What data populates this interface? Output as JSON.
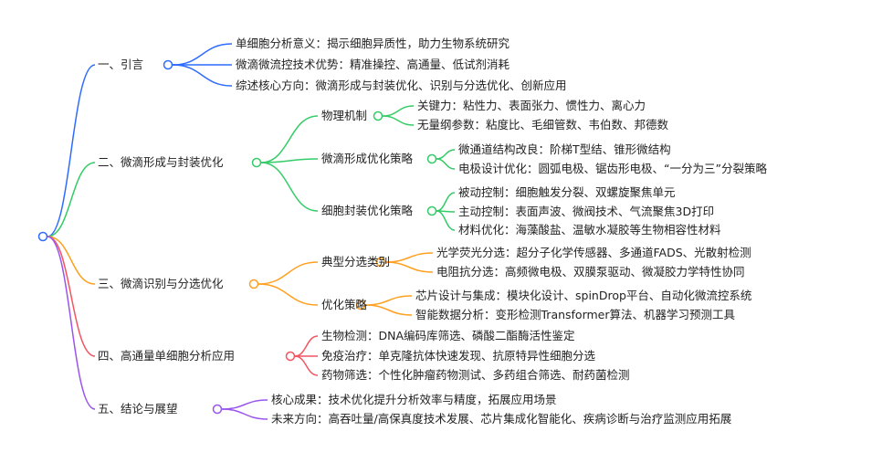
{
  "colors": {
    "blue": "#2f6bff",
    "green": "#33cc66",
    "orange": "#ffa020",
    "red": "#f25560",
    "purple": "#9a55ee"
  },
  "root": {
    "label": ""
  },
  "sections": [
    {
      "label": "一、引言",
      "children": [
        {
          "label": "单细胞分析意义：揭示细胞异质性，助力生物系统研究"
        },
        {
          "label": "微滴微流控技术优势：精准操控、高通量、低试剂消耗"
        },
        {
          "label": "综述核心方向：微滴形成与封装优化、识别与分选优化、创新应用"
        }
      ]
    },
    {
      "label": "二、微滴形成与封装优化",
      "children": [
        {
          "label": "物理机制",
          "children": [
            {
              "label": "关键力：粘性力、表面张力、惯性力、离心力"
            },
            {
              "label": "无量纲参数：粘度比、毛细管数、韦伯数、邦德数"
            }
          ]
        },
        {
          "label": "微滴形成优化策略",
          "children": [
            {
              "label": "微通道结构改良：阶梯T型结、锥形微结构"
            },
            {
              "label": "电极设计优化：圆弧电极、锯齿形电极、“一分为三”分裂策略"
            }
          ]
        },
        {
          "label": "细胞封装优化策略",
          "children": [
            {
              "label": "被动控制：细胞触发分裂、双螺旋聚焦单元"
            },
            {
              "label": "主动控制：表面声波、微阀技术、气流聚焦3D打印"
            },
            {
              "label": "材料优化：海藻酸盐、温敏水凝胶等生物相容性材料"
            }
          ]
        }
      ]
    },
    {
      "label": "三、微滴识别与分选优化",
      "children": [
        {
          "label": "典型分选类别",
          "children": [
            {
              "label": "光学荧光分选：超分子化学传感器、多通道FADS、光散射检测"
            },
            {
              "label": "电阻抗分选：高频微电极、双膜泵驱动、微凝胶力学特性协同"
            }
          ]
        },
        {
          "label": "优化策略",
          "children": [
            {
              "label": "芯片设计与集成：模块化设计、spinDrop平台、自动化微流控系统"
            },
            {
              "label": "智能数据分析：变形检测Transformer算法、机器学习预测工具"
            }
          ]
        }
      ]
    },
    {
      "label": "四、高通量单细胞分析应用",
      "children": [
        {
          "label": "生物检测：DNA编码库筛选、磷酸二酯酶活性鉴定"
        },
        {
          "label": "免疫治疗：单克隆抗体快速发现、抗原特异性细胞分选"
        },
        {
          "label": "药物筛选：个性化肿瘤药物测试、多药组合筛选、耐药菌检测"
        }
      ]
    },
    {
      "label": "五、结论与展望",
      "children": [
        {
          "label": "核心成果：技术优化提升分析效率与精度，拓展应用场景"
        },
        {
          "label": "未来方向：高吞吐量/高保真度技术发展、芯片集成化智能化、疾病诊断与治疗监测应用拓展"
        }
      ]
    }
  ]
}
